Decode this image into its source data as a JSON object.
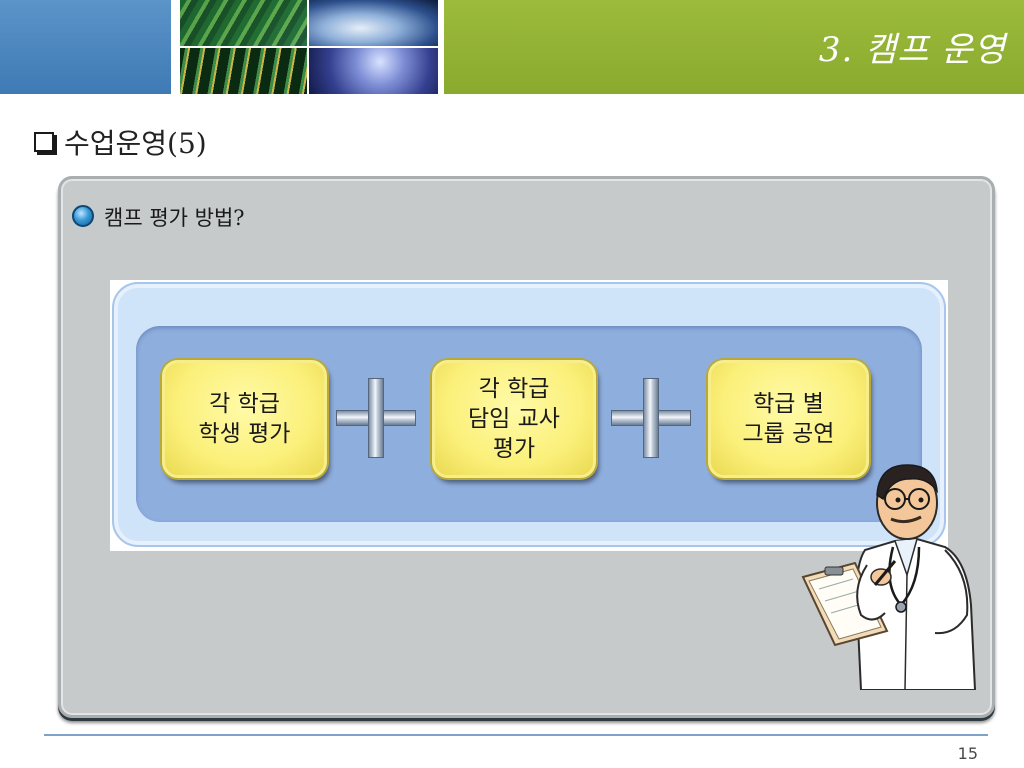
{
  "header": {
    "title": "3. 캠프 운영"
  },
  "section": {
    "title": "수업운영(5)"
  },
  "bullet": {
    "text": "캠프 평가 방법?"
  },
  "boxes": [
    {
      "text": "각 학급\n학생 평가"
    },
    {
      "text": "각 학급\n담임 교사\n평가"
    },
    {
      "text": "학급 별\n그룹 공연"
    }
  ],
  "footer": {
    "page_number": "15"
  },
  "colors": {
    "header_blue": "#4a86c0",
    "header_green": "#93b334",
    "box_yellow": "#fbf07a"
  }
}
